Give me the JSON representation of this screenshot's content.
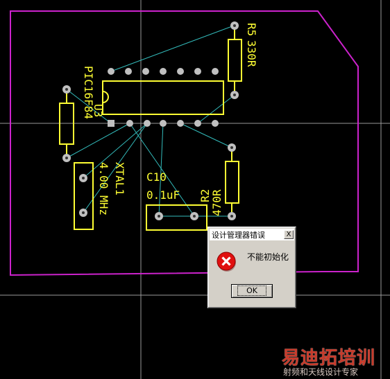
{
  "labels": {
    "r5_ref": "R5",
    "r5_val": "330R",
    "u_ref": "U3",
    "u_val": "PIC16F84",
    "xtal_ref": "XTAL1",
    "xtal_val": "4.00 MHz",
    "c10_ref": "C10",
    "c10_val": "0.1uF",
    "r2_ref": "R2",
    "r2_val": "470R"
  },
  "dialog": {
    "title": "设计管理器错误",
    "close_label": "X",
    "message": "不能初始化",
    "ok_label": "OK",
    "icon": "error-icon"
  },
  "watermark": {
    "main": "易迪拓培训",
    "sub": "射频和天线设计专家"
  },
  "colors": {
    "background": "#000000",
    "board_outline": "#cc22cc",
    "silkscreen": "#ffff33",
    "ratsnest": "#33bbbb",
    "pad": "#c0c0c0",
    "cursor": "#a0a0a0"
  }
}
